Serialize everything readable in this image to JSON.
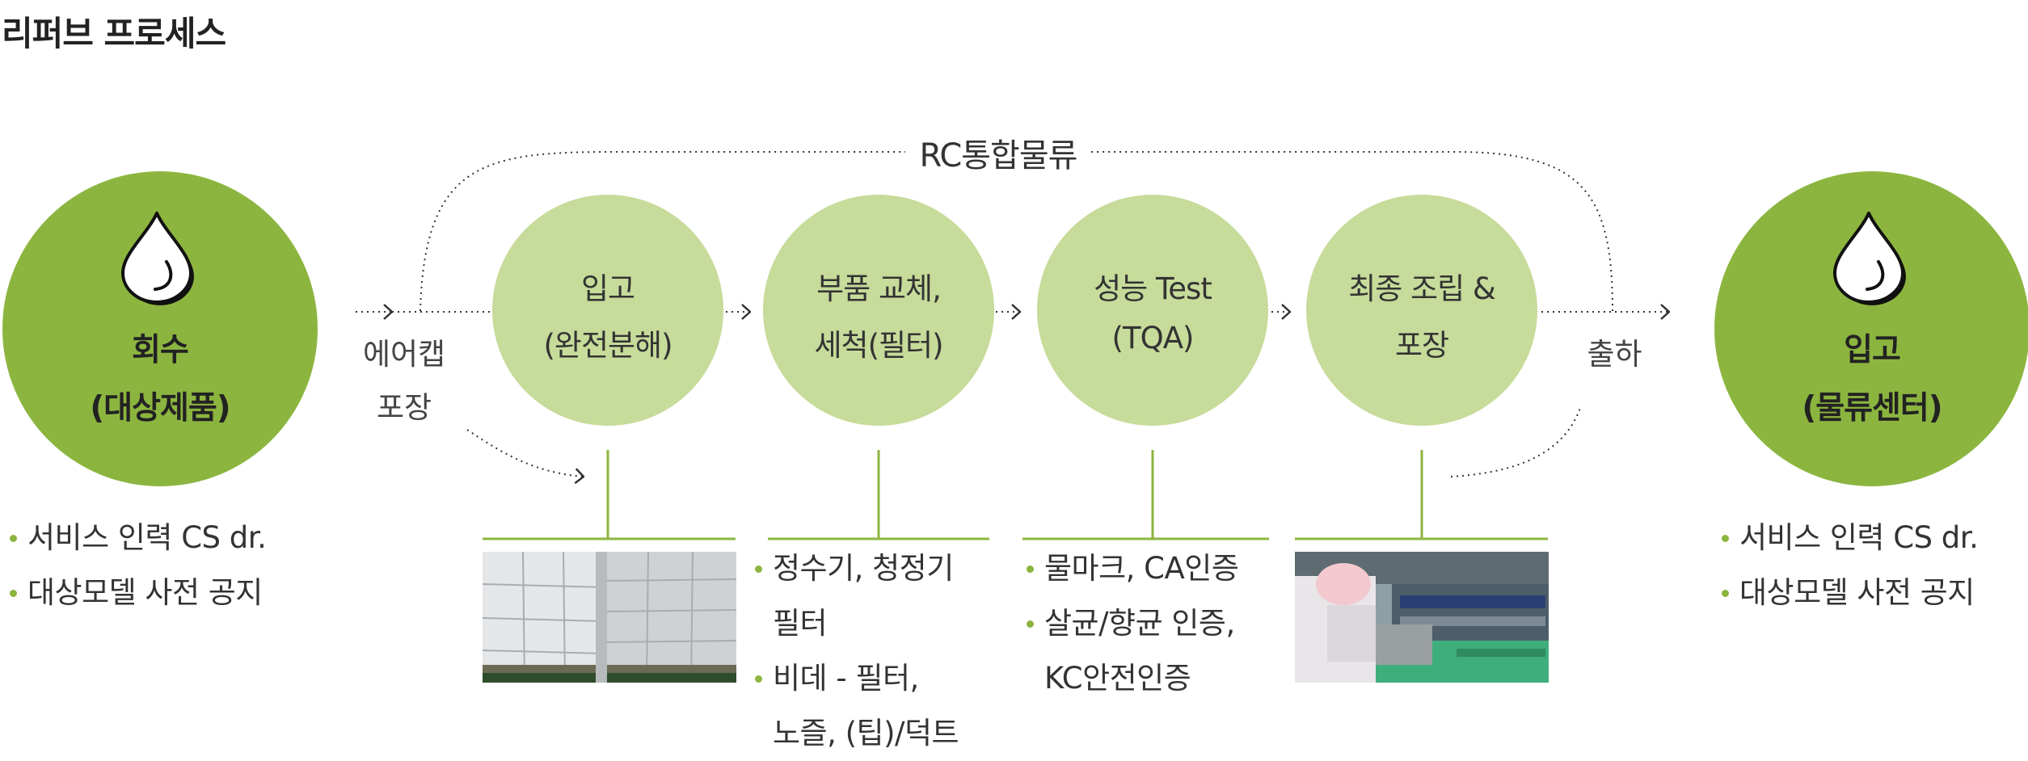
{
  "page_title": "리퍼브 프로세스",
  "accent_color": "#8cb53f",
  "light_accent_color": "#c7db9a",
  "rc_label": "RC통합물류",
  "start_node": {
    "line1": "회수",
    "line2": "(대상제품)",
    "icon": "water-drop-icon",
    "bullets": [
      "서비스 인력 CS dr.",
      "대상모델 사전 공지"
    ]
  },
  "end_node": {
    "line1": "입고",
    "line2": "(물류센터)",
    "icon": "water-drop-icon",
    "bullets": [
      "서비스 인력 CS dr.",
      "대상모델 사전 공지"
    ]
  },
  "side_labels": {
    "left_line1": "에어캡",
    "left_line2": "포장",
    "right": "출하"
  },
  "steps": [
    {
      "line1": "입고",
      "line2": "(완전분해)"
    },
    {
      "line1": "부품 교체,",
      "line2": "세척(필터)"
    },
    {
      "line1": "성능 Test",
      "line2": "(TQA)"
    },
    {
      "line1": "최종 조립 &",
      "line2": "포장"
    }
  ],
  "details": {
    "step2": [
      {
        "line1": "정수기, 청정기",
        "line2": "필터"
      },
      {
        "line1": "비데 - 필터,",
        "line2": "노즐, (팁)/덕트"
      }
    ],
    "step3": [
      {
        "line1": "물마크, CA인증"
      },
      {
        "line1": "살균/향균 인증,",
        "line2": "KC안전인증"
      }
    ]
  },
  "photos": {
    "step1": "packed-boxes-photo",
    "step4": "assembly-line-photo"
  }
}
